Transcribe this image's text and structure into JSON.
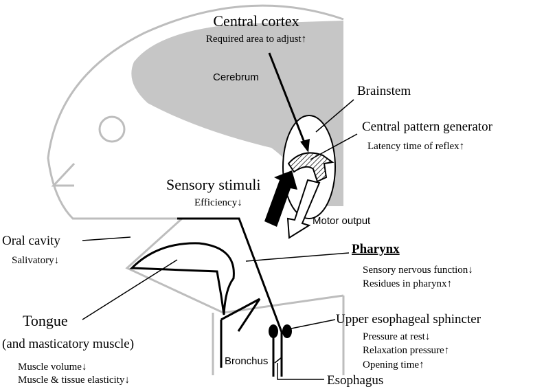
{
  "labels": {
    "central_cortex": "Central cortex",
    "central_cortex_note": "Required area to adjust↑",
    "cerebrum": "Cerebrum",
    "brainstem": "Brainstem",
    "cpg": "Central pattern generator",
    "cpg_note": "Latency time of reflex↑",
    "sensory_stimuli": "Sensory stimuli",
    "sensory_note": "Efficiency↓",
    "motor_output": "Motor output",
    "oral_cavity": "Oral cavity",
    "oral_note": "Salivatory↓",
    "pharynx": "Pharynx",
    "pharynx_note1": "Sensory nervous function↓",
    "pharynx_note2": "Residues in pharynx↑",
    "tongue": "Tongue",
    "tongue_sub": "(and masticatory muscle)",
    "tongue_note1": "Muscle volume↓",
    "tongue_note2": "Muscle & tissue elasticity↓",
    "ues": "Upper esophageal sphincter",
    "ues_note1": "Pressure at rest↓",
    "ues_note2": "Relaxation pressure↑",
    "ues_note3": "Opening time↑",
    "bronchus": "Bronchus",
    "esophagus": "Esophagus"
  },
  "colors": {
    "head_outline": "#bdbdbd",
    "brain_fill": "#c6c6c6",
    "line": "#000000"
  }
}
